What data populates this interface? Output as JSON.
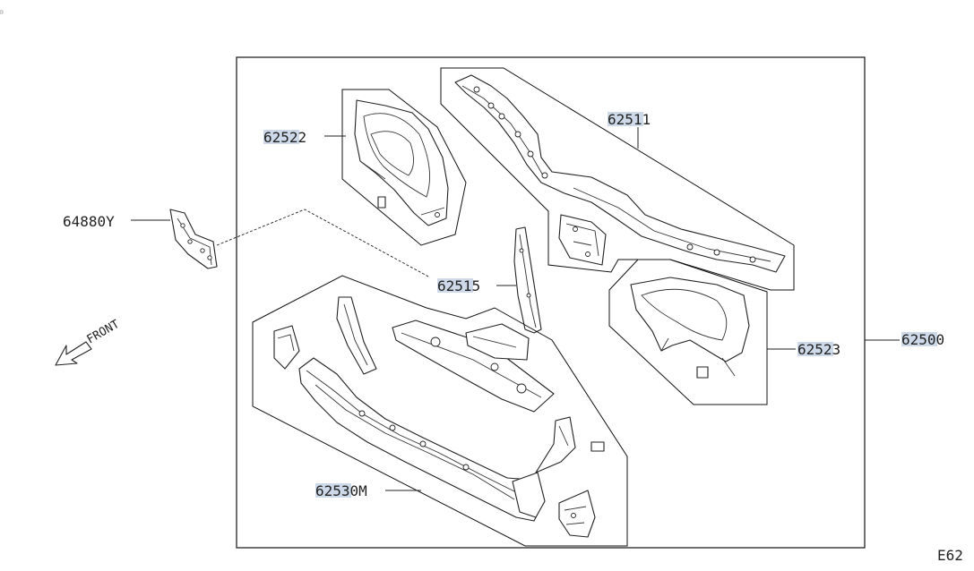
{
  "diagram": {
    "part_labels": [
      {
        "id": "62511",
        "text": "62511",
        "highlight": "6251"
      },
      {
        "id": "62522",
        "text": "62522",
        "highlight": "6252"
      },
      {
        "id": "64880Y",
        "text": "64880Y",
        "highlight": ""
      },
      {
        "id": "62515",
        "text": "62515",
        "highlight": "6251"
      },
      {
        "id": "62523",
        "text": "62523",
        "highlight": "6252"
      },
      {
        "id": "62500",
        "text": "62500",
        "highlight": "6250"
      },
      {
        "id": "62530M",
        "text": "62530M",
        "highlight": "6253"
      }
    ],
    "front_label": "FRONT",
    "page_code": "E62",
    "colors": {
      "highlight": "#cdd9e8",
      "ink": "#222222",
      "background": "#ffffff"
    }
  }
}
